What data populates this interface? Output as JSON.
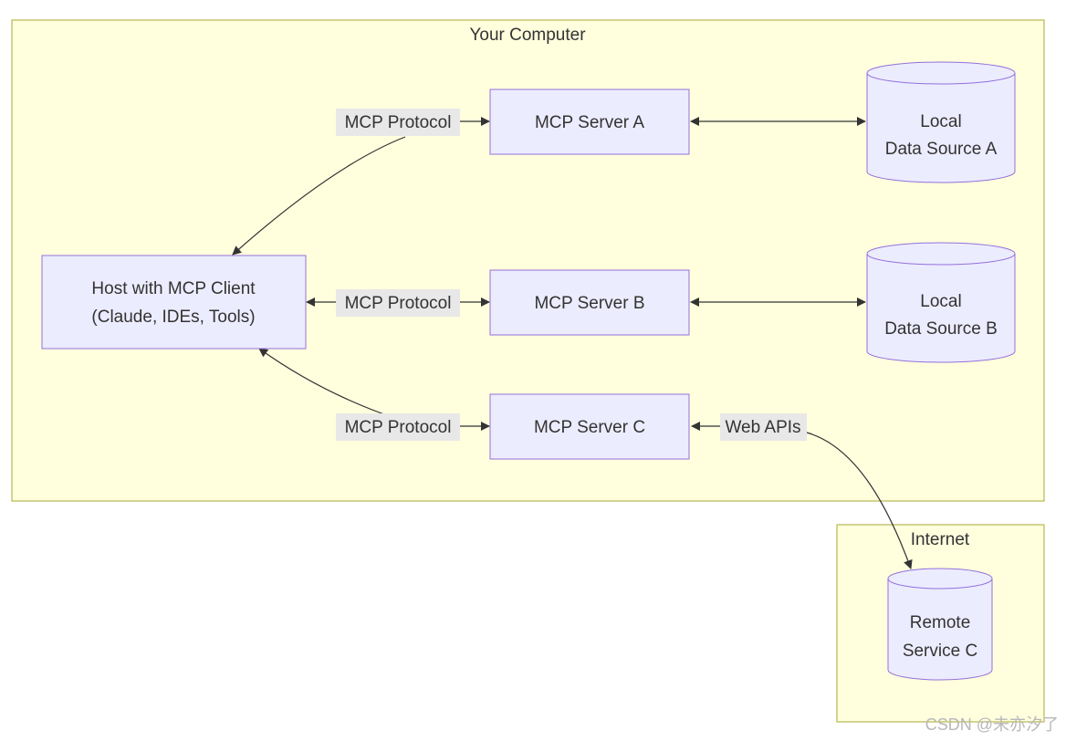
{
  "subgraphs": {
    "computer": "Your Computer",
    "internet": "Internet"
  },
  "nodes": {
    "host": {
      "line1": "Host with MCP Client",
      "line2": "(Claude, IDEs, Tools)"
    },
    "server_a": "MCP Server A",
    "server_b": "MCP Server B",
    "server_c": "MCP Server C",
    "data_a": {
      "line1": "Local",
      "line2": "Data Source A"
    },
    "data_b": {
      "line1": "Local",
      "line2": "Data Source B"
    },
    "remote_c": {
      "line1": "Remote",
      "line2": "Service C"
    }
  },
  "edges": {
    "protocol_a": "MCP Protocol",
    "protocol_b": "MCP Protocol",
    "protocol_c": "MCP Protocol",
    "web_apis": "Web APIs"
  },
  "watermark": "CSDN @未亦汐了",
  "colors": {
    "subgraph_fill": "#ffffde",
    "subgraph_stroke": "#aaaa33",
    "node_fill": "#ececff",
    "node_stroke": "#9370db",
    "edge": "#333333",
    "label_bg": "#e8e8e8"
  }
}
